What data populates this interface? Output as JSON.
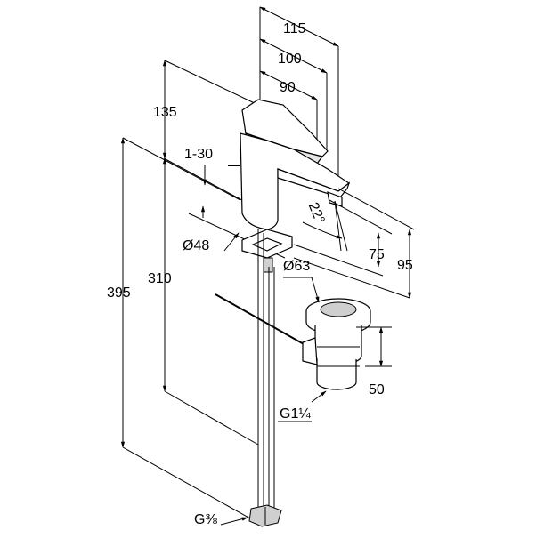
{
  "dimensions": {
    "d115": "115",
    "d100": "100",
    "d90": "90",
    "d135": "135",
    "d1_30": "1-30",
    "d22": "22°",
    "d48": "Ø48",
    "d63": "Ø63",
    "d75": "75",
    "d95": "95",
    "d395": "395",
    "d310": "310",
    "d50": "50",
    "g114": "G1¼",
    "g38": "G⅜"
  }
}
